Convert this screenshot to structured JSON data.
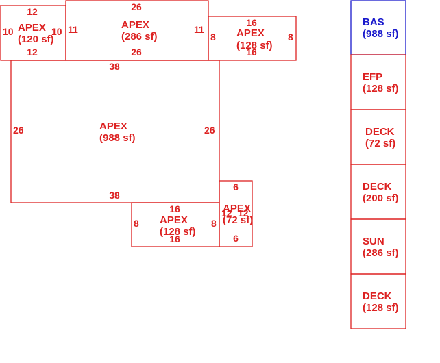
{
  "areas": [
    {
      "id": "apex-120",
      "name": "APEX",
      "area": "(120 sf)",
      "top": "12",
      "bottom": "12",
      "left": "10",
      "right": "10"
    },
    {
      "id": "apex-286",
      "name": "APEX",
      "area": "(286 sf)",
      "top": "26",
      "bottom": "26",
      "left": "11",
      "right": "11"
    },
    {
      "id": "apex-128-top",
      "name": "APEX",
      "area": "(128 sf)",
      "top": "16",
      "bottom": "16",
      "left": "8",
      "right": "8"
    },
    {
      "id": "apex-988",
      "name": "APEX",
      "area": "(988 sf)",
      "top": "38",
      "bottom": "38",
      "left": "26",
      "right": "26"
    },
    {
      "id": "apex-128-bottom",
      "name": "APEX",
      "area": "(128 sf)",
      "top": "16",
      "bottom": "16",
      "left": "8",
      "right": "8"
    },
    {
      "id": "apex-72",
      "name": "APEX",
      "area": "(72 sf)",
      "top": "6",
      "bottom": "6",
      "left": "12",
      "right": "12"
    }
  ],
  "legend": [
    {
      "id": "bas",
      "name": "BAS",
      "area": "(988 sf)",
      "color": "#1a1acc"
    },
    {
      "id": "efp",
      "name": "EFP",
      "area": "(128 sf)",
      "color": "#dd2222"
    },
    {
      "id": "deck-72",
      "name": "DECK",
      "area": "(72 sf)",
      "color": "#dd2222"
    },
    {
      "id": "deck-200",
      "name": "DECK",
      "area": "(200 sf)",
      "color": "#dd2222"
    },
    {
      "id": "sun",
      "name": "SUN",
      "area": "(286 sf)",
      "color": "#dd2222"
    },
    {
      "id": "deck-128",
      "name": "DECK",
      "area": "(128 sf)",
      "color": "#dd2222"
    }
  ]
}
